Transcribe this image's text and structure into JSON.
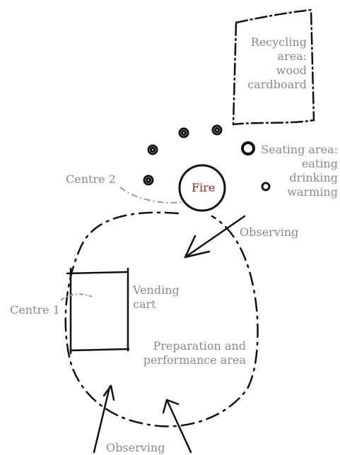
{
  "labels": {
    "recycling": [
      "Recycling",
      "area:",
      "wood",
      "cardboard"
    ],
    "seating": [
      "Seating area:",
      "eating",
      "drinking",
      "warming"
    ],
    "centre2": "Centre 2",
    "fire": "Fire",
    "observing_right": "Observing",
    "vending": [
      "Vending",
      "cart"
    ],
    "centre1": "Centre 1",
    "preparation": [
      "Preparation and",
      "performance area"
    ],
    "observing_bottom": "Observing"
  },
  "colors": {
    "ink": "#111111",
    "label": "#8a8a8a",
    "fire_text": "#a52a2a",
    "leader": "#999999"
  }
}
